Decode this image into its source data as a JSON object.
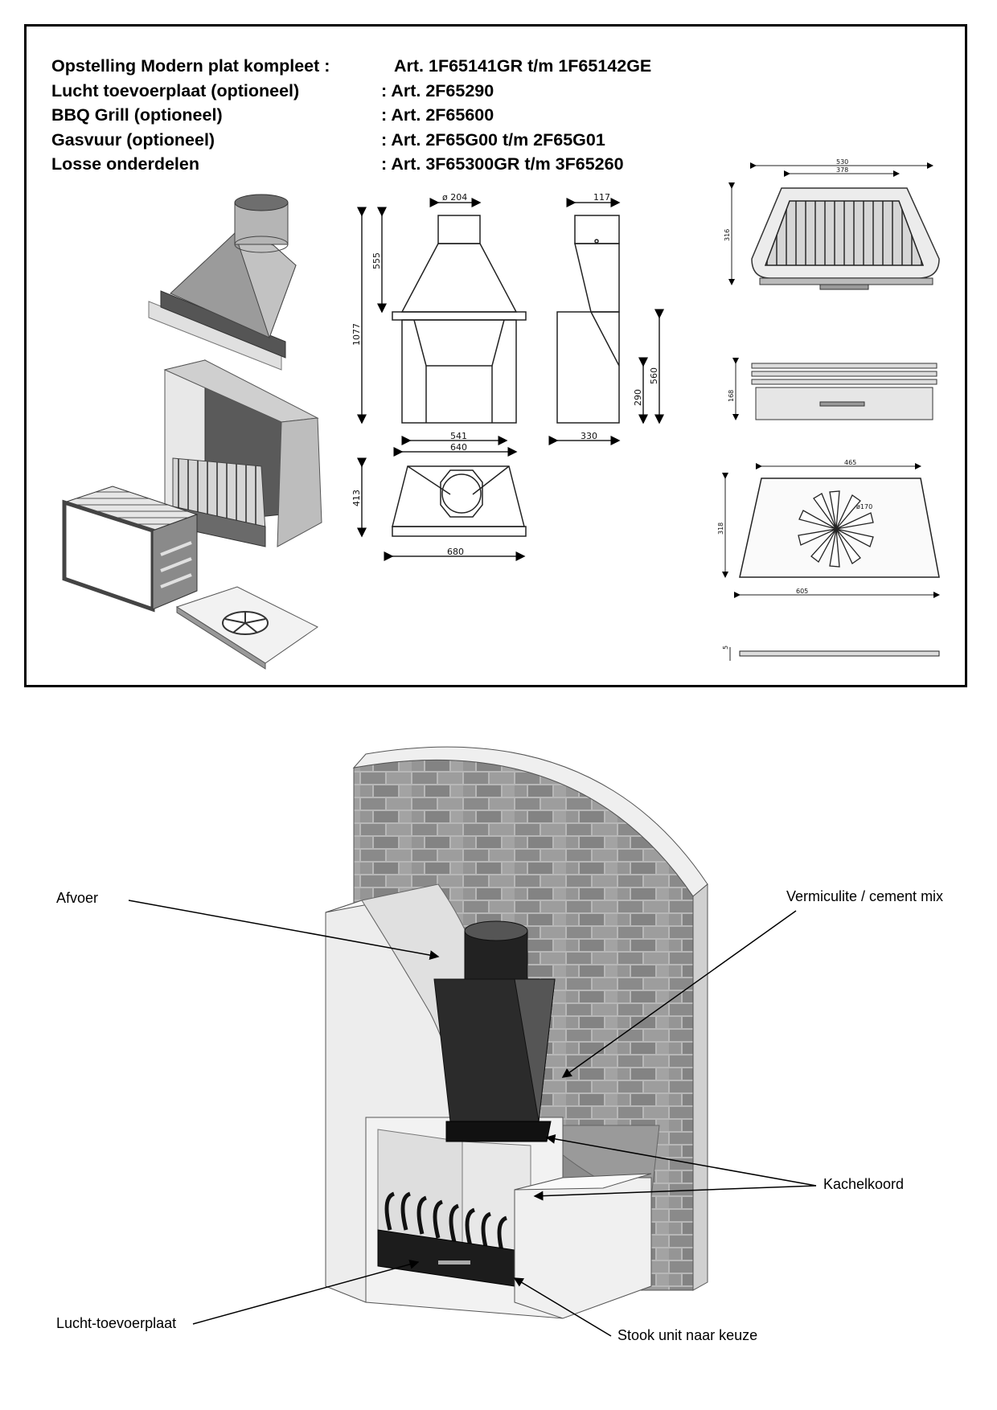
{
  "specs": [
    {
      "name": "Opstelling Modern plat kompleet  :",
      "article": "Art. 1F65141GR t/m 1F65142GE"
    },
    {
      "name": "Lucht toevoerplaat (optioneel)",
      "article": ": Art. 2F65290"
    },
    {
      "name": "BBQ Grill (optioneel)",
      "article": ": Art. 2F65600"
    },
    {
      "name": "Gasvuur (optioneel)",
      "article": ": Art. 2F65G00 t/m 2F65G01"
    },
    {
      "name": "Losse onderdelen",
      "article": ": Art.  3F65300GR t/m 3F65260"
    }
  ],
  "dimensions": {
    "flue_diameter": "ø 204",
    "side_top_depth": "117",
    "hood_height": "555",
    "total_height": "1077",
    "side_height": "560",
    "side_lower": "290",
    "inner_width": "541",
    "front_width": "640",
    "side_depth": "330",
    "plan_depth": "413",
    "plan_width": "680",
    "grill_outer_width": "530",
    "grill_inner_width": "378",
    "grill_depth": "316",
    "grill_height": "168",
    "plate_top_width": "465",
    "plate_depth": "318",
    "plate_bottom_width": "605",
    "plate_rosette": "ø170",
    "plate_thickness": "5"
  },
  "callouts": {
    "afvoer": "Afvoer",
    "vermiculite": "Vermiculite / cement mix",
    "kachelkoord": "Kachelkoord",
    "lucht_toevoerplaat": "Lucht-toevoerplaat",
    "stook_unit": "Stook unit naar keuze"
  },
  "colors": {
    "border": "#000000",
    "metal_dark": "#3a3a3a",
    "metal_mid": "#8c8c8c",
    "metal_light": "#c8c8c8",
    "brick": "#8f8f8f",
    "plaster": "#ededed",
    "insulation": "#9a9a9a"
  }
}
